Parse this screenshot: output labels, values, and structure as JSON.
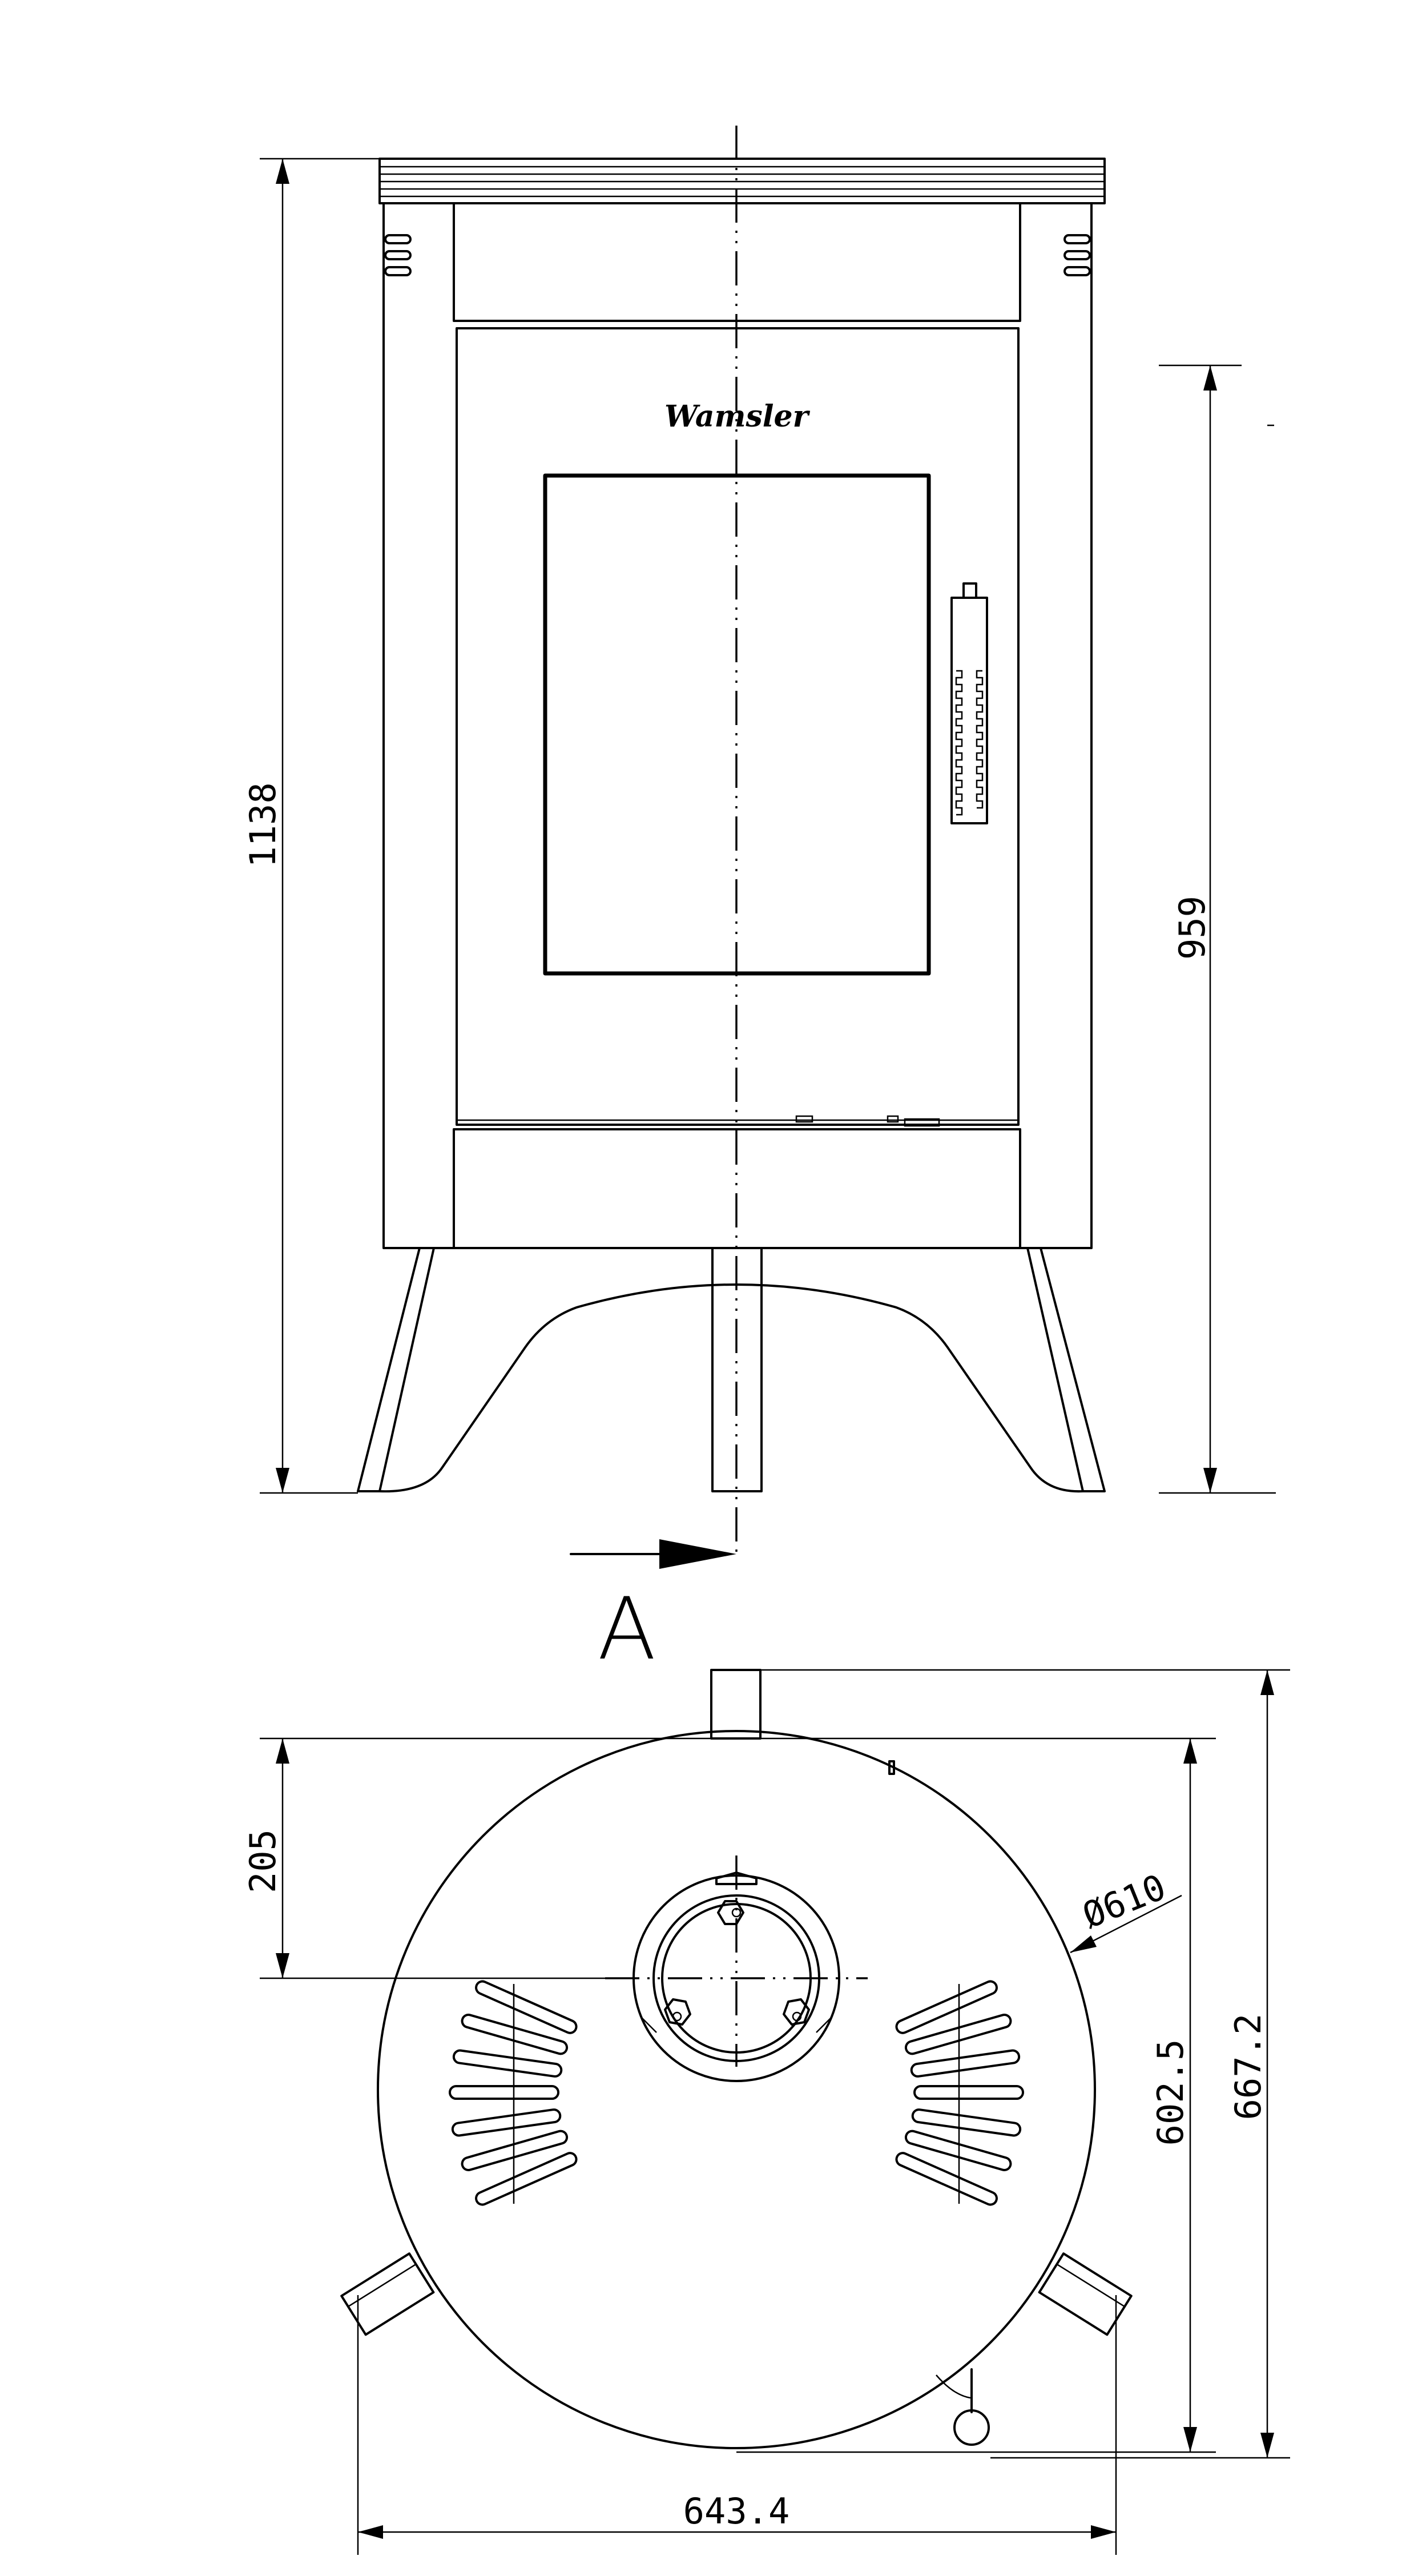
{
  "brand": {
    "logo_text": "Wamsler"
  },
  "section_marker": {
    "label": "A"
  },
  "dimensions": {
    "front_height_total": "1138",
    "front_height_body": "959",
    "top_offset": "205",
    "top_diameter": "Ø610",
    "top_depth": "602.5",
    "top_depth_total": "667.2",
    "top_width": "643.4"
  }
}
